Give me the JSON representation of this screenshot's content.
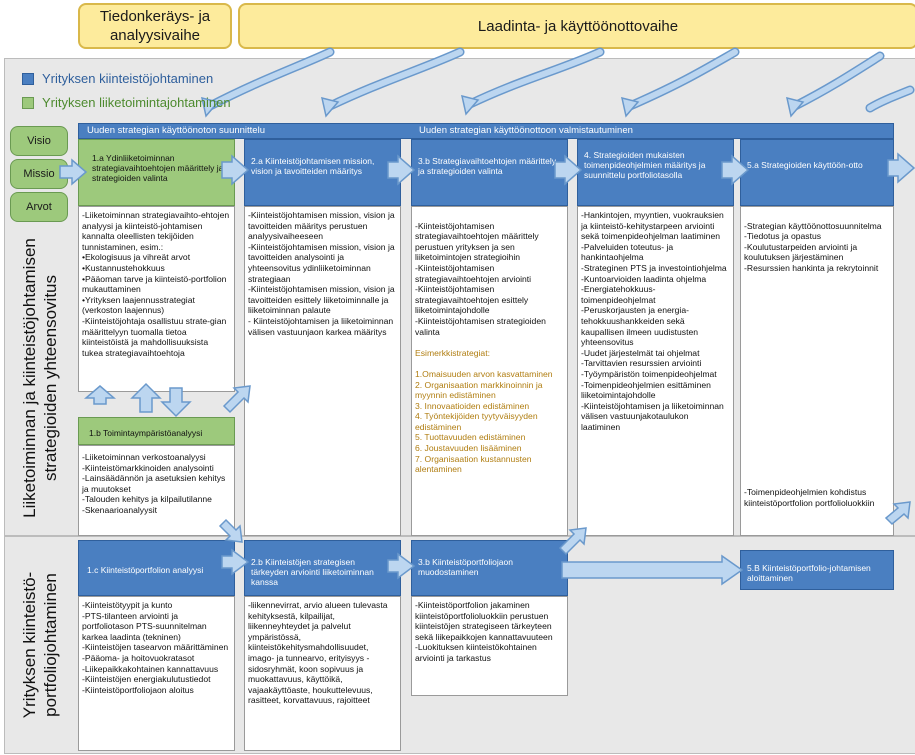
{
  "phases": {
    "left": "Tiedonkeräys- ja\nanalyysivaihe",
    "right": "Laadinta- ja käyttöönottovaihe"
  },
  "legend": {
    "items": [
      {
        "label": "Yrityksen kiinteistöjohtaminen",
        "color": "#4a7fc1"
      },
      {
        "label": "Yrityksen liiketoimintajohtaminen",
        "color": "#9dc97c"
      }
    ]
  },
  "colors": {
    "blue": "#4a7fc1",
    "green": "#9dc97c",
    "grey": "#e8e8e8",
    "orange": "#b07d10",
    "phase": "#fdeb9c"
  },
  "row_labels": {
    "top": "Liiketoiminnan ja kiinteistöjohtamisen\nstrategioiden yhteensovitus",
    "bottom": "Yrityksen kiinteistö-\nportfoliojohtaminen"
  },
  "ovals": [
    "Visio",
    "Missio",
    "Arvot"
  ],
  "top_bars": {
    "left": "Uuden strategian käyttöönoton suunnittelu",
    "right": "Uuden strategian  käyttöönottoon valmistautuminen"
  },
  "upper": {
    "c1": {
      "header": "1.a Ydinliiketoiminnan strategiavaihtoehtojen määrittely ja strategioiden valinta",
      "body": "-Liiketoiminnan strategiavaihto-ehtojen analyysi ja kiinteistö-johtamisen kannalta oleellisten tekijöiden tunnistaminen, esim.:\n•Ekologisuus ja vihreät arvot\n•Kustannustehokkuus\n•Pääoman tarve ja kiinteistö-portfolion mukauttaminen\n•Yrityksen laajennusstrategiat (verkoston laajennus)\n-Kiinteistöjohtaja osallistuu strate-gian määrittelyyn tuomalla tietoa kiinteistöistä ja mahdollisuuksista tukea strategiavaihtoehtoja"
    },
    "c2": {
      "header": "2.a Kiinteistöjohtamisen mission, vision ja tavoitteiden määritys",
      "body": "-Kiinteistöjohtamisen mission, vision ja tavoitteiden määritys perustuen analyysivaiheeseen\n-Kiinteistöjohtamisen mission, vision ja tavoitteiden analysointi ja yhteensovitus ydinliiketoiminnan strategiaan\n-Kiinteistöjohtamisen mission, vision ja tavoitteiden esittely liiketoiminnalle ja liiketoiminnan palaute\n- Kiinteistöjohtamisen ja liiketoiminnan välisen vastuunjaon karkea määritys"
    },
    "c3": {
      "header": "3.b Strategiavaihtoehtojen määrittely ja strategioiden valinta",
      "body": "-Kiinteistöjohtamisen strategiavaihtoehtojen määrittely perustuen yrityksen ja sen liiketoimintojen strategioihin\n-Kiinteistöjohtamisen strategiavaihtoehtojen arviointi\n-Kiinteistöjohtamisen strategiavaihtoehtojen esittely liiketoimintajohdolle\n-Kiinteistöjohtamisen strategioiden valinta",
      "example_title": "Esimerkkistrategiat:",
      "examples": "1.Omaisuuden arvon kasvattaminen\n2. Organisaation markkinoinnin ja myynnin edistäminen\n3. Innovaatioiden edistäminen\n4. Työntekijöiden tyytyväisyyden edistäminen\n5. Tuottavuuden edistäminen\n6. Joustavuuden lisääminen\n7. Organisaation kustannusten alentaminen"
    },
    "c4": {
      "header": "4. Strategioiden mukaisten toimenpideohjelmien määritys ja suunnittelu portfoliotasolla",
      "body": "-Hankintojen, myyntien, vuokrauksien ja kiinteistö-kehitystarpeen arviointi sekä toimenpideohjelman laatiminen\n-Palveluiden toteutus- ja hankintaohjelma\n-Strateginen PTS ja investointiohjelma\n-Kuntoarvioiden laadinta ohjelma\n-Energiatehokkuus-toimenpideohjelmat\n-Peruskorjausten ja energia-tehokkuushankkeiden sekä kaupallisen ilmeen uudistusten yhteensovitus\n-Uudet järjestelmät tai ohjelmat\n-Tarvittavien resurssien arviointi\n-Työympäristön toimenpideohjelmat\n-Toimenpideohjelmien esittäminen liiketoimintajohdolle\n-Kiinteistöjohtamisen ja liiketoiminnan välisen vastuunjakotaulukon laatiminen"
    },
    "c5": {
      "header": "5.a Strategioiden käyttöön-otto",
      "body": "-Strategian käyttöönottosuunnitelma\n-Tiedotus ja opastus\n-Koulutustarpeiden arviointi ja koulutuksen järjestäminen\n-Resurssien hankinta ja rekrytoinnit",
      "bottom": "-Toimenpideohjelmien kohdistus kiinteistöportfolion portfolioluokkiin"
    },
    "c1b": {
      "header": "1.b Toimintaympäristöanalyysi",
      "body": "-Liiketoiminnan verkostoanalyysi\n-Kiinteistömarkkinoiden analysointi\n-Lainsäädännön ja asetuksien kehitys ja muutokset\n-Talouden kehitys ja kilpailutilanne\n-Skenaarioanalyysit"
    }
  },
  "lower": {
    "c1": {
      "header": "1.c Kiinteistöportfolion analyysi",
      "body": "-Kiinteistötyypit ja kunto\n-PTS-tilanteen arviointi ja portfoliotason PTS-suunnitelman karkea laadinta (tekninen)\n-Kiinteistöjen tasearvon määrittäminen\n-Pääoma- ja hoitovuokratasot\n-Liikepaikkakohtainen kannattavuus\n-Kiinteistöjen energiakulutustiedot\n-Kiinteistöportfoliojaon aloitus"
    },
    "c2": {
      "header": "2.b Kiinteistöjen strategisen tärkeyden arviointi liiketoiminnan kanssa",
      "body": "-liikennevirrat, arvio alueen tulevasta kehityksestä, kilpailijat, liikenneyhteydet ja palvelut ympäristössä, kiinteistökehitysmahdollisuudet, imago- ja tunnearvo, erityisyys - sidosryhmät, koon sopivuus ja muokattavuus, käyttöikä, vajaakäyttöaste, houkuttelevuus, rasitteet, korvattavuus, rajoitteet"
    },
    "c3": {
      "header": "3.b Kiinteistöportfoliojaon muodostaminen",
      "body": "-Kiinteistöportfolion jakaminen kiinteistöportfolioluokkiin perustuen kiinteistöjen strategiseen tärkeyteen sekä liikepaikkojen kannattavuuteen\n-Luokituksen kiinteistökohtainen arviointi ja tarkastus"
    },
    "c5": {
      "header": "5.B Kiinteistöportfolio-johtamisen aloittaminen"
    }
  }
}
